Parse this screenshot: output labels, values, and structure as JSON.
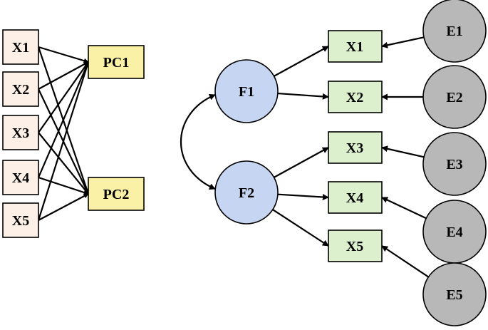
{
  "colors": {
    "input_box_fill": "#fdf0e6",
    "pc_box_fill": "#faf0a6",
    "indicator_box_fill": "#dcf0cd",
    "factor_fill": "#c6d6f2",
    "error_fill": "#b8b8b8",
    "stroke": "#000000"
  },
  "pca": {
    "inputs": [
      "X1",
      "X2",
      "X3",
      "X4",
      "X5"
    ],
    "components": [
      "PC1",
      "PC2"
    ]
  },
  "cfa": {
    "factors": [
      "F1",
      "F2"
    ],
    "indicators": [
      "X1",
      "X2",
      "X3",
      "X4",
      "X5"
    ],
    "errors": [
      "E1",
      "E2",
      "E3",
      "E4",
      "E5"
    ],
    "loadings": [
      {
        "factor": "F1",
        "indicator": "X1"
      },
      {
        "factor": "F1",
        "indicator": "X2"
      },
      {
        "factor": "F2",
        "indicator": "X3"
      },
      {
        "factor": "F2",
        "indicator": "X4"
      },
      {
        "factor": "F2",
        "indicator": "X5"
      }
    ]
  }
}
